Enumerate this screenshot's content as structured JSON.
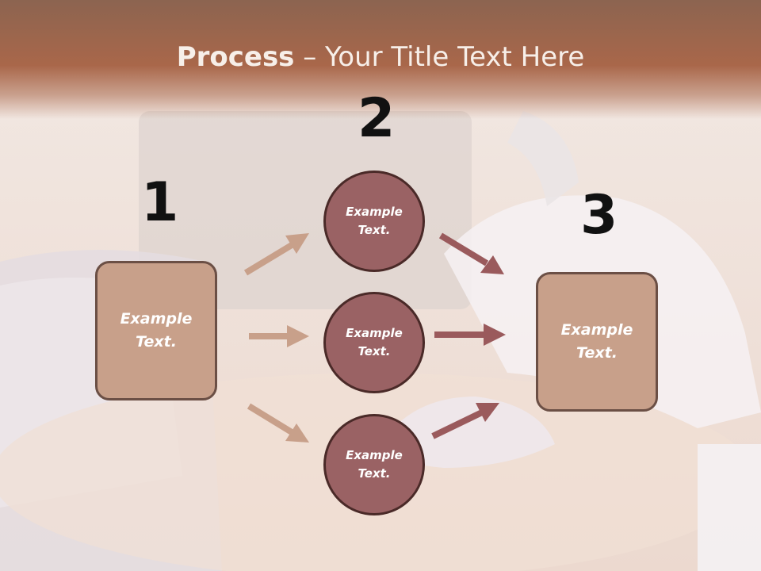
{
  "title": {
    "bold": "Process",
    "rest": " – Your Title Text Here"
  },
  "steps": {
    "one": "1",
    "two": "2",
    "three": "3"
  },
  "left_box": {
    "line1": "Example",
    "line2": "Text."
  },
  "right_box": {
    "line1": "Example",
    "line2": "Text."
  },
  "circles": [
    {
      "line1": "Example",
      "line2": "Text."
    },
    {
      "line1": "Example",
      "line2": "Text."
    },
    {
      "line1": "Example",
      "line2": "Text."
    }
  ],
  "colors": {
    "box": "#c8a08a",
    "circle": "#9a6264",
    "arrow_light": "#c8a08a",
    "arrow_dark": "#9a5a5c",
    "header": "#a9674a"
  }
}
